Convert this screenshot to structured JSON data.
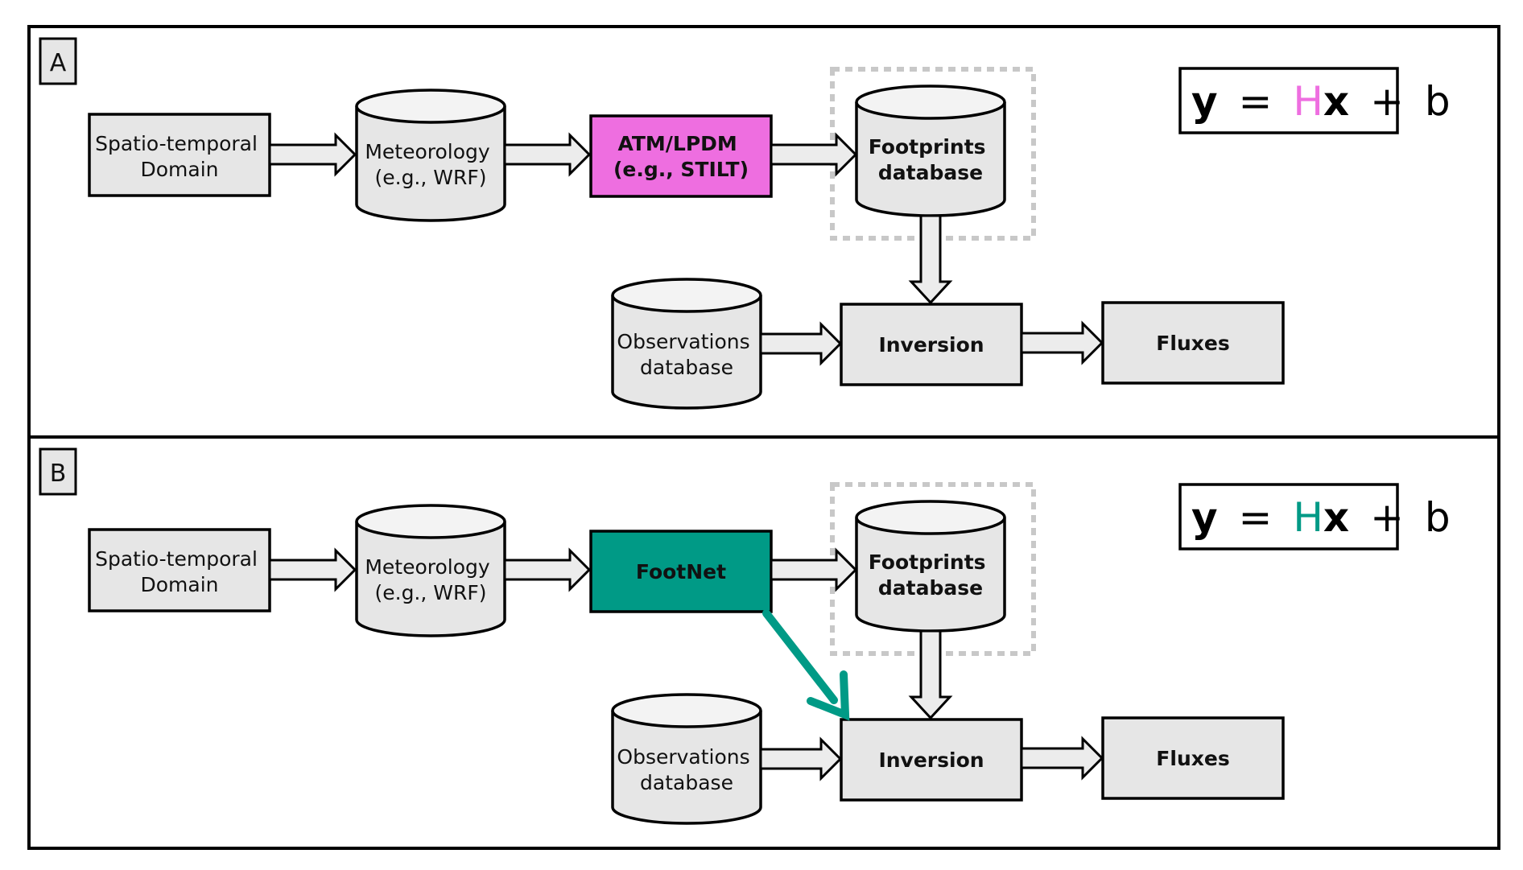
{
  "panels": [
    {
      "letter": "A",
      "domain_label": [
        "Spatio-temporal",
        "Domain"
      ],
      "meteorology_label": [
        "Meteorology",
        "(e.g., WRF)"
      ],
      "model_label": [
        "ATM/LPDM",
        "(e.g., STILT)"
      ],
      "model_color": "#ee6ee0",
      "footprints_label": [
        "Footprints",
        "database"
      ],
      "observations_label": [
        "Observations",
        "database"
      ],
      "inversion_label": "Inversion",
      "fluxes_label": "Fluxes",
      "equation": {
        "y": "y",
        "eq": "=",
        "H": "H",
        "x": "x",
        "plus": "+",
        "b": "b"
      },
      "H_color": "#ee6ee0"
    },
    {
      "letter": "B",
      "domain_label": [
        "Spatio-temporal",
        "Domain"
      ],
      "meteorology_label": [
        "Meteorology",
        "(e.g., WRF)"
      ],
      "model_label": [
        "FootNet"
      ],
      "model_color": "#009a86",
      "footprints_label": [
        "Footprints",
        "database"
      ],
      "observations_label": [
        "Observations",
        "database"
      ],
      "inversion_label": "Inversion",
      "fluxes_label": "Fluxes",
      "equation": {
        "y": "y",
        "eq": "=",
        "H": "H",
        "x": "x",
        "plus": "+",
        "b": "b"
      },
      "H_color": "#009a86",
      "direct_arrow_color": "#009a86"
    }
  ]
}
